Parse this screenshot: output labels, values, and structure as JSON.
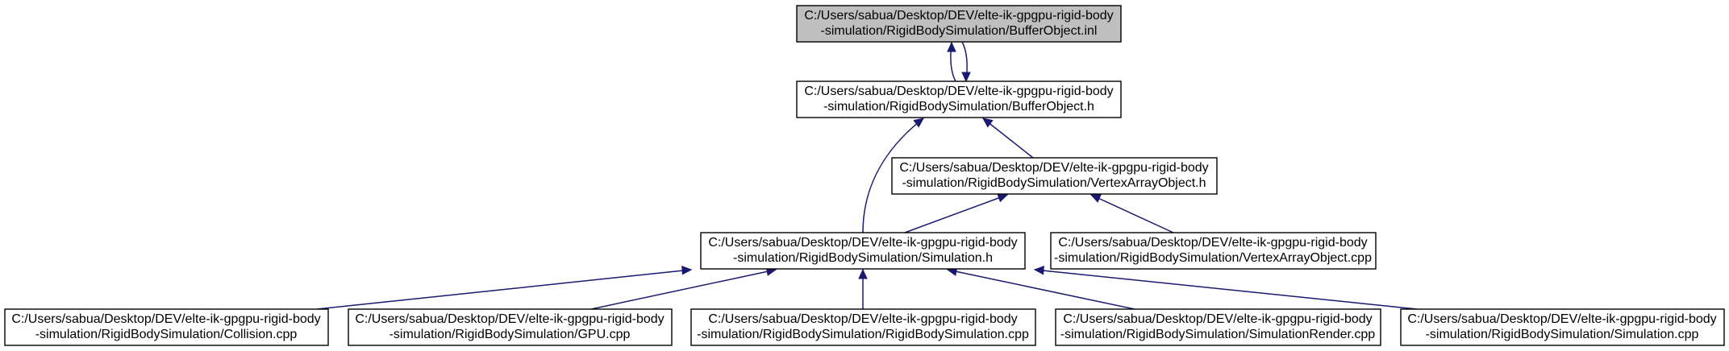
{
  "colors": {
    "edge": "#191970",
    "node_border": "#000000",
    "node_fill": "#ffffff",
    "highlight_fill": "#bfbfbf"
  },
  "nodes": {
    "bufferobject_inl": {
      "line1": "C:/Users/sabua/Desktop/DEV/elte-ik-gpgpu-rigid-body",
      "line2": "-simulation/RigidBodySimulation/BufferObject.inl",
      "highlighted": true
    },
    "bufferobject_h": {
      "line1": "C:/Users/sabua/Desktop/DEV/elte-ik-gpgpu-rigid-body",
      "line2": "-simulation/RigidBodySimulation/BufferObject.h"
    },
    "vertexarrayobject_h": {
      "line1": "C:/Users/sabua/Desktop/DEV/elte-ik-gpgpu-rigid-body",
      "line2": "-simulation/RigidBodySimulation/VertexArrayObject.h"
    },
    "simulation_h": {
      "line1": "C:/Users/sabua/Desktop/DEV/elte-ik-gpgpu-rigid-body",
      "line2": "-simulation/RigidBodySimulation/Simulation.h"
    },
    "vertexarrayobject_cpp": {
      "line1": "C:/Users/sabua/Desktop/DEV/elte-ik-gpgpu-rigid-body",
      "line2": "-simulation/RigidBodySimulation/VertexArrayObject.cpp"
    },
    "collision_cpp": {
      "line1": "C:/Users/sabua/Desktop/DEV/elte-ik-gpgpu-rigid-body",
      "line2": "-simulation/RigidBodySimulation/Collision.cpp"
    },
    "gpu_cpp": {
      "line1": "C:/Users/sabua/Desktop/DEV/elte-ik-gpgpu-rigid-body",
      "line2": "-simulation/RigidBodySimulation/GPU.cpp"
    },
    "rigidbodysimulation_cpp": {
      "line1": "C:/Users/sabua/Desktop/DEV/elte-ik-gpgpu-rigid-body",
      "line2": "-simulation/RigidBodySimulation/RigidBodySimulation.cpp"
    },
    "simulationrender_cpp": {
      "line1": "C:/Users/sabua/Desktop/DEV/elte-ik-gpgpu-rigid-body",
      "line2": "-simulation/RigidBodySimulation/SimulationRender.cpp"
    },
    "simulation_cpp": {
      "line1": "C:/Users/sabua/Desktop/DEV/elte-ik-gpgpu-rigid-body",
      "line2": "-simulation/RigidBodySimulation/Simulation.cpp"
    }
  },
  "edges": [
    {
      "from": "bufferobject_h",
      "to": "bufferobject_inl"
    },
    {
      "from": "bufferobject_inl",
      "to": "bufferobject_h"
    },
    {
      "from": "vertexarrayobject_h",
      "to": "bufferobject_h"
    },
    {
      "from": "simulation_h",
      "to": "bufferobject_h"
    },
    {
      "from": "simulation_h",
      "to": "vertexarrayobject_h"
    },
    {
      "from": "vertexarrayobject_cpp",
      "to": "vertexarrayobject_h"
    },
    {
      "from": "collision_cpp",
      "to": "simulation_h"
    },
    {
      "from": "gpu_cpp",
      "to": "simulation_h"
    },
    {
      "from": "rigidbodysimulation_cpp",
      "to": "simulation_h"
    },
    {
      "from": "simulationrender_cpp",
      "to": "simulation_h"
    },
    {
      "from": "simulation_cpp",
      "to": "simulation_h"
    }
  ]
}
